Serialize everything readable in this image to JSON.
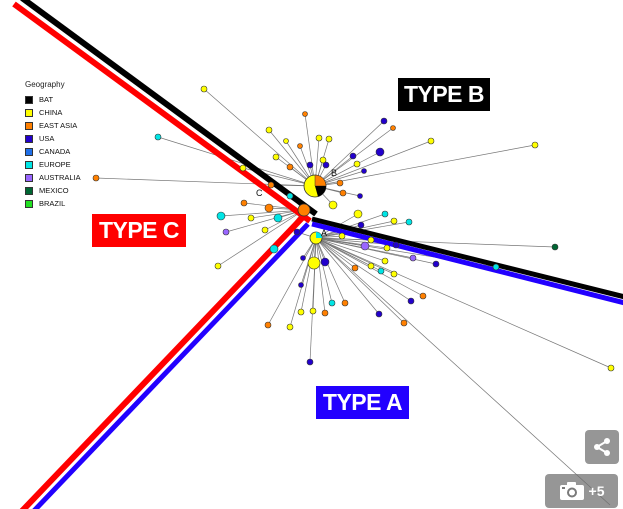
{
  "legend": {
    "title": "Geography",
    "items": [
      {
        "label": "BAT",
        "color": "#000000"
      },
      {
        "label": "CHINA",
        "color": "#ffff00"
      },
      {
        "label": "EAST ASIA",
        "color": "#ff8000"
      },
      {
        "label": "USA",
        "color": "#2200cc"
      },
      {
        "label": "CANADA",
        "color": "#1f6fe8"
      },
      {
        "label": "EUROPE",
        "color": "#00e5e5"
      },
      {
        "label": "AUSTRALIA",
        "color": "#9966ff"
      },
      {
        "label": "MEXICO",
        "color": "#006633"
      },
      {
        "label": "BRAZIL",
        "color": "#22e022"
      }
    ]
  },
  "types": {
    "b": "TYPE B",
    "c": "TYPE C",
    "a": "TYPE A"
  },
  "node_labels": {
    "a": "A",
    "b": "B",
    "c": "C"
  },
  "colors": {
    "type_b": "#000000",
    "type_c": "#ff0000",
    "type_a": "#2200ff",
    "edge": "#777777"
  },
  "overlay": {
    "share_icon": "share-icon",
    "camera_icon": "camera-icon",
    "photo_count": "+5"
  }
}
